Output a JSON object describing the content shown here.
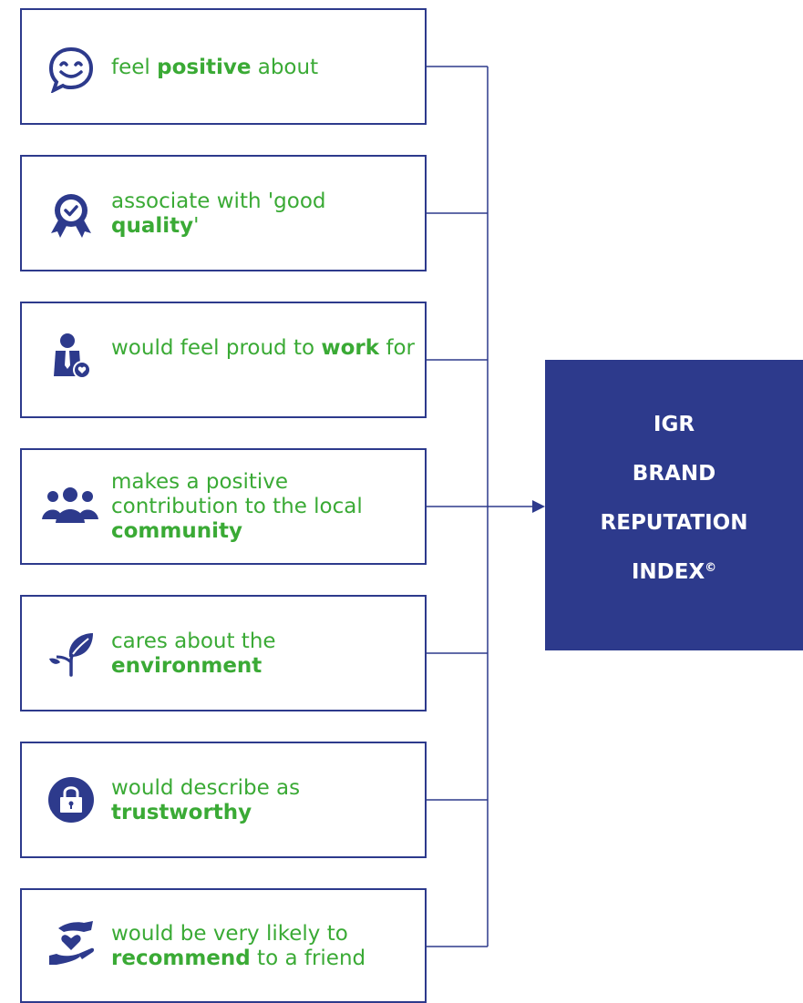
{
  "items": [
    {
      "icon": "smiley-chat-icon",
      "pre": "feel ",
      "bold": "positive",
      "post": " about"
    },
    {
      "icon": "quality-badge-icon",
      "pre": "associate with 'good ",
      "bold": "quality",
      "post": "'"
    },
    {
      "icon": "employee-heart-icon",
      "pre": "would feel proud to ",
      "bold": "work",
      "post": " for"
    },
    {
      "icon": "community-people-icon",
      "pre": "makes a positive contribution to the local ",
      "bold": "community",
      "post": ""
    },
    {
      "icon": "leaf-sprout-icon",
      "pre": "cares about the ",
      "bold": "environment",
      "post": ""
    },
    {
      "icon": "padlock-icon",
      "pre": "would describe as ",
      "bold": "trustworthy",
      "post": ""
    },
    {
      "icon": "hands-heart-icon",
      "pre": "would be very likely to ",
      "bold": "recommend",
      "post": " to a friend"
    }
  ],
  "index": {
    "line1": "IGR",
    "line2": "BRAND",
    "line3": "REPUTATION",
    "line4": "INDEX",
    "mark": "©"
  },
  "colors": {
    "navy": "#2d3a8c",
    "green": "#3aaa35"
  }
}
